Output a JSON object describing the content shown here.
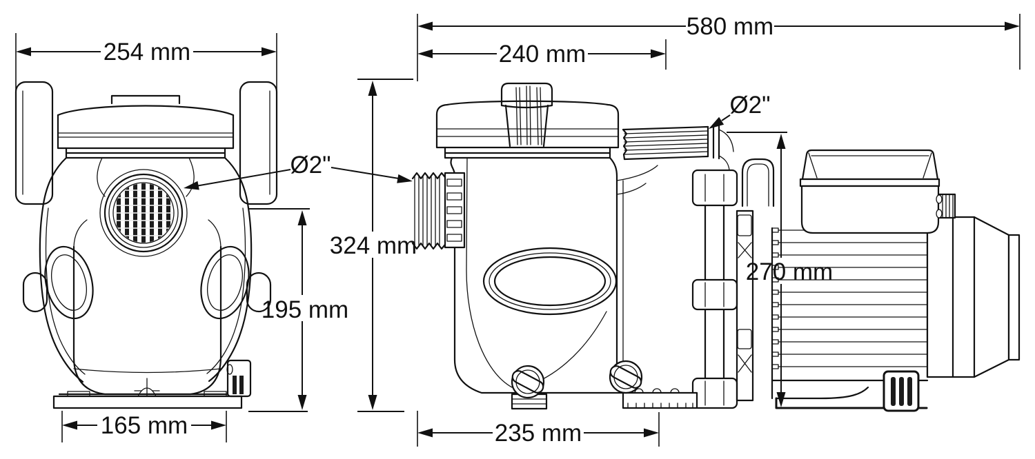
{
  "drawing": {
    "type": "technical-dimension-drawing",
    "subject": "swimming-pool pump, two orthographic views",
    "colors": {
      "ink": "#111111",
      "paper": "#ffffff"
    }
  },
  "views": {
    "front": {
      "name": "front view",
      "dims": {
        "overall_width": "254 mm",
        "base_width": "165 mm",
        "port_height": "195 mm",
        "port_diameter": "Ø2\""
      }
    },
    "side": {
      "name": "side view",
      "dims": {
        "overall_length": "580 mm",
        "tank_length": "240 mm",
        "overall_height": "324 mm",
        "motor_height": "270 mm",
        "base_length": "235 mm",
        "port_diameter": "Ø2\""
      }
    }
  }
}
